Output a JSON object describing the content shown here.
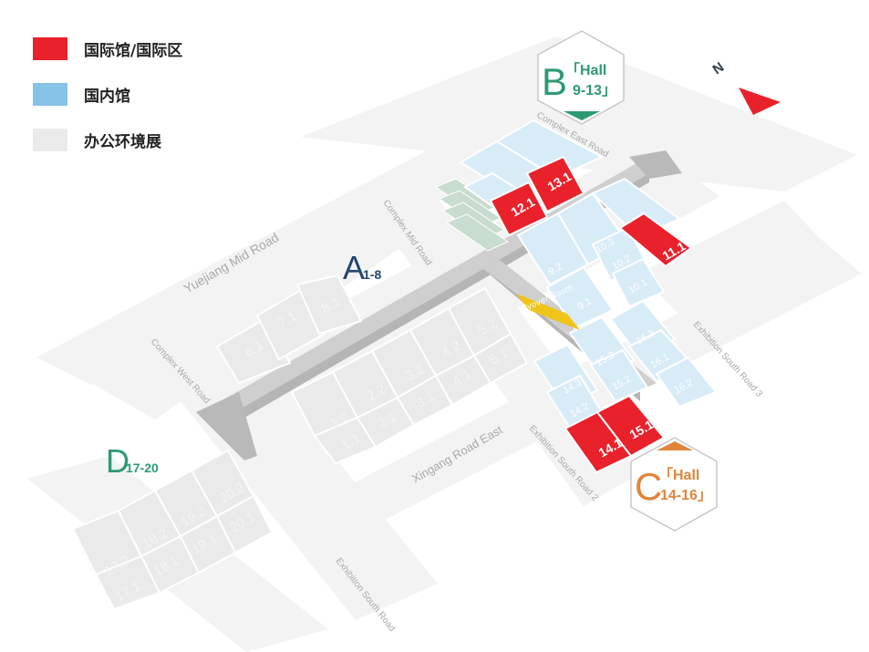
{
  "legend": [
    {
      "color": "#e8212b",
      "label": "国际馆/国际区"
    },
    {
      "color": "#86c3e6",
      "label": "国内馆"
    },
    {
      "color": "#eaeaea",
      "label": "办公环境展"
    }
  ],
  "colors": {
    "international": "#e8212b",
    "domestic": "#d8ecf8",
    "office": "#eaeaea",
    "road": "#f3f3f3",
    "hall_b": "#2e9a72",
    "hall_c": "#e0853a",
    "area_a": "#23466f",
    "area_d": "#2e9a72"
  },
  "areas": {
    "a": {
      "letter": "A",
      "range": "1-8"
    },
    "d": {
      "letter": "D",
      "range": "17-20"
    }
  },
  "hall_b": {
    "letter": "B",
    "hall": "「Hall",
    "range": "9-13」"
  },
  "hall_c": {
    "letter": "C",
    "hall": "「Hall",
    "range": "14-16」"
  },
  "compass": {
    "label": "N"
  },
  "flyover_label": "flyover Booth",
  "roads": {
    "yuejiang": "Yuejiang Mid Road",
    "complex_mid": "Complex Mid Road",
    "complex_east": "Complex East Road",
    "complex_west": "Complex West Road",
    "xingang": "Xingang Road East",
    "exh_south": "Exhibition South Road",
    "exh_south_2": "Exhibition South Road 2",
    "exh_south_3": "Exhibition South Road 3"
  },
  "halls": {
    "h6": "6.1",
    "h7": "7.1",
    "h8": "8.1",
    "h1_1": "1.1",
    "h1_2": "1.2",
    "h2_1": "2.1",
    "h2_2": "2.2",
    "h3_1": "3.1",
    "h3_2": "3.2",
    "h4_1": "4.1",
    "h4_2": "4.2",
    "h5_1": "5.1",
    "h5_2": "5.2",
    "h17_1": "17.1",
    "h17_2": "17.2",
    "h18_1": "18.1",
    "h18_2": "18.2",
    "h19_1": "19.1",
    "h19_2": "19.2",
    "h20_1": "20.1",
    "h20_2": "20.2",
    "h12": "12.1",
    "h13": "13.1",
    "h11": "11.1",
    "h14": "14.1",
    "h15": "15.1",
    "h9_2": "9.2",
    "h9_1": "9.1",
    "h10_3": "10.3",
    "h10_2": "10.2",
    "h10_1": "10.1",
    "h16_3": "16.3",
    "h16_1": "16.1",
    "h16_2": "16.2",
    "h15_3": "15.3",
    "h15_2": "15.2",
    "h14_2": "14.2",
    "h14_3": "14.3"
  }
}
